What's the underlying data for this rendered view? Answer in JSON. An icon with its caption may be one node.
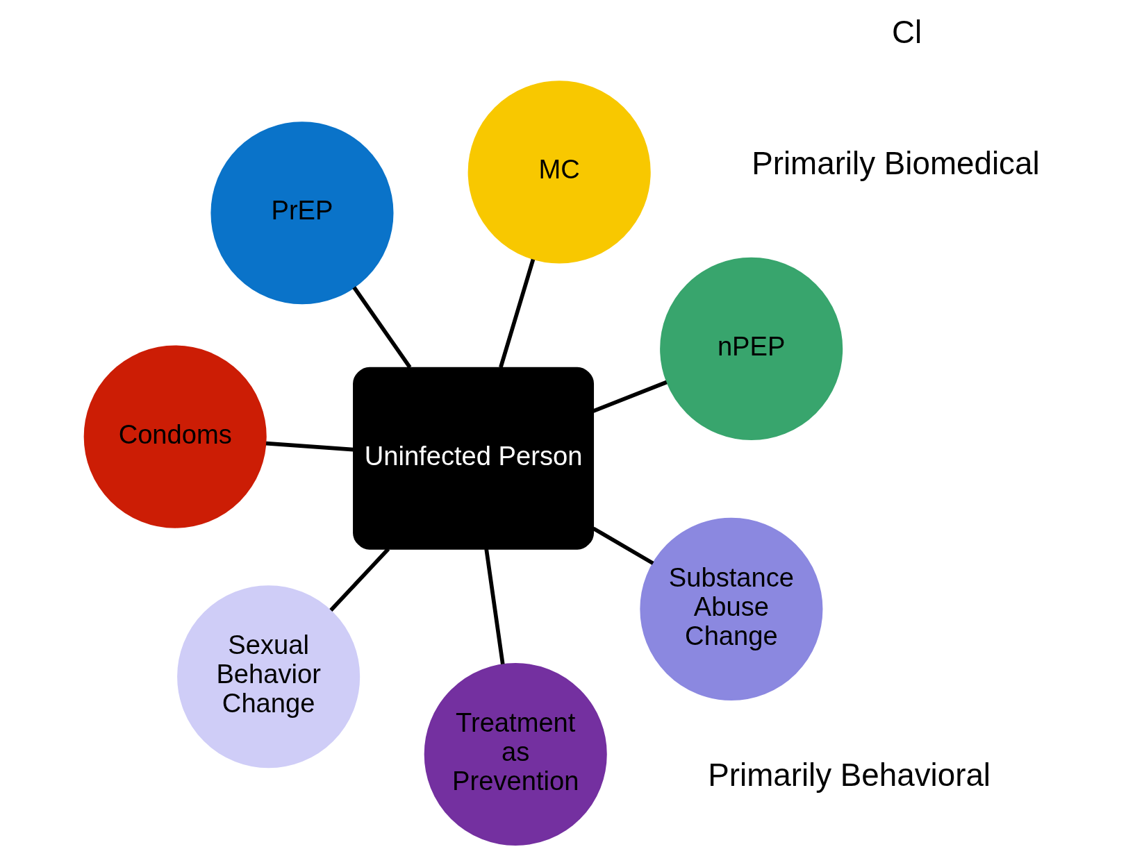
{
  "diagram": {
    "nodes": [
      {
        "text": [
          "PrEP"
        ]
      },
      {
        "text": [
          "nPEP"
        ]
      },
      {
        "text": [
          "Treatment as Prevention"
        ]
      },
      {
        "text": [
          "Uninfected Person"
        ]
      },
      {
        "text": [
          "MC"
        ]
      },
      {
        "text": [
          "Condoms"
        ]
      },
      {
        "text": [
          "Sexual Behavior Change"
        ]
      },
      {
        "text": [
          "Substance Abuse Change"
        ]
      }
    ],
    "edges": [
      {
        "from": 3,
        "to": 0,
        "arrow": "none"
      },
      {
        "from": 3,
        "to": 1,
        "arrow": "none"
      },
      {
        "from": 3,
        "to": 2,
        "arrow": "none"
      },
      {
        "from": 3,
        "to": 4,
        "arrow": "none"
      },
      {
        "from": 3,
        "to": 5,
        "arrow": "none"
      },
      {
        "from": 3,
        "to": 6,
        "arrow": "none"
      },
      {
        "from": 3,
        "to": 7,
        "arrow": "none"
      }
    ],
    "labels": [
      "Primarily Biomedical",
      "Primarily Behavioral",
      "Cl"
    ]
  }
}
